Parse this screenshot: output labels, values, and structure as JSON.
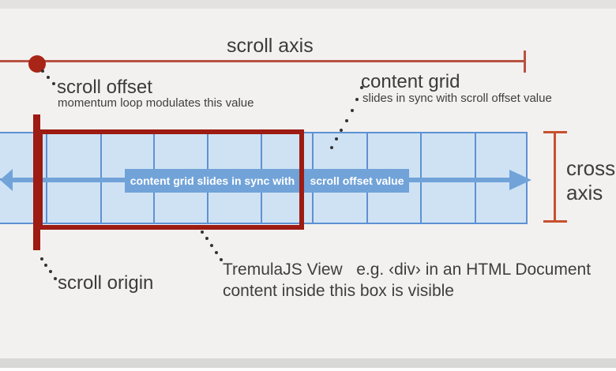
{
  "axis": {
    "label": "scroll axis"
  },
  "scroll_offset": {
    "title": "scroll offset",
    "subtitle": "momentum loop modulates this value"
  },
  "content_grid": {
    "title": "content grid",
    "subtitle": "slides in sync with scroll offset value"
  },
  "arrow_label": {
    "left": "content grid slides in sync with",
    "right": "scroll offset value"
  },
  "cross_axis": {
    "line1": "cross",
    "line2": "axis"
  },
  "view_caption": {
    "line1": "TremulaJS View   e.g. ‹div› in an HTML Document",
    "line2": "content inside this box is visible"
  },
  "scroll_origin": {
    "title": "scroll origin"
  },
  "colors": {
    "background": "#f2f1ef",
    "axis_red": "#b85243",
    "axis_dot_red": "#a82517",
    "view_rect_red": "#9d1b12",
    "grid_border_blue": "#5e91d2",
    "grid_fill_blue": "#cfe2f4",
    "arrow_blue": "#71a3d9",
    "bracket_orange": "#c8502e",
    "text_dark": "#3b3b3b"
  }
}
